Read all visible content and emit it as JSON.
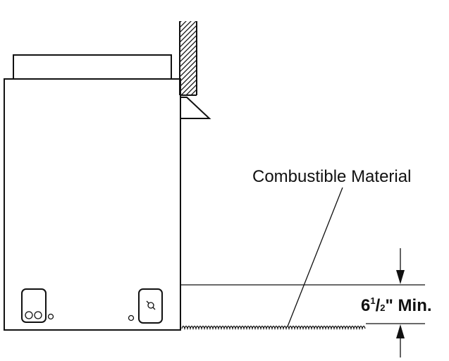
{
  "labels": {
    "combustible": "Combustible Material",
    "clearance_whole": "6",
    "clearance_num": "1",
    "clearance_slash": "/",
    "clearance_den": "2",
    "clearance_suffix": "\" Min."
  },
  "colors": {
    "line": "#111111",
    "background": "#ffffff"
  }
}
